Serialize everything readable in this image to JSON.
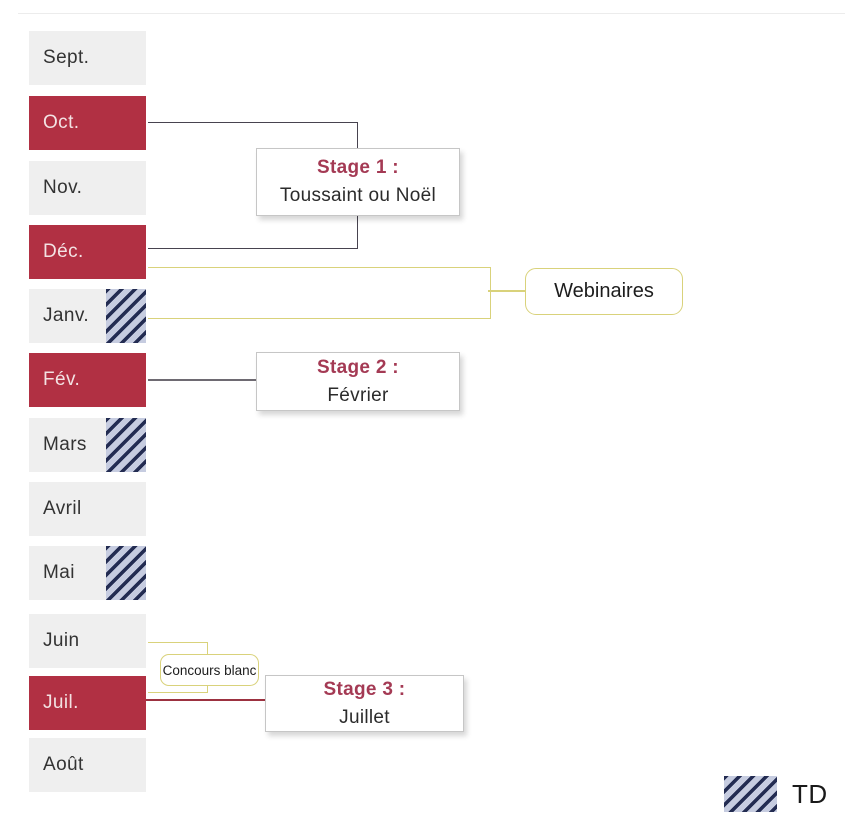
{
  "timeline": {
    "months": [
      {
        "label": "Sept.",
        "variant": "gray",
        "hatch": false
      },
      {
        "label": "Oct.",
        "variant": "red",
        "hatch": false
      },
      {
        "label": "Nov.",
        "variant": "gray",
        "hatch": false
      },
      {
        "label": "Déc.",
        "variant": "red",
        "hatch": false
      },
      {
        "label": "Janv.",
        "variant": "gray",
        "hatch": true
      },
      {
        "label": "Fév.",
        "variant": "red",
        "hatch": false
      },
      {
        "label": "Mars",
        "variant": "gray",
        "hatch": true
      },
      {
        "label": "Avril",
        "variant": "gray",
        "hatch": false
      },
      {
        "label": "Mai",
        "variant": "gray",
        "hatch": true
      },
      {
        "label": "Juin",
        "variant": "gray",
        "hatch": false
      },
      {
        "label": "Juil.",
        "variant": "red",
        "hatch": false
      },
      {
        "label": "Août",
        "variant": "gray",
        "hatch": false
      }
    ]
  },
  "callouts": {
    "stage1": {
      "title": "Stage 1 :",
      "subtitle": "Toussaint ou Noël"
    },
    "stage2": {
      "title": "Stage 2 :",
      "subtitle": "Février"
    },
    "stage3": {
      "title": "Stage 3 :",
      "subtitle": "Juillet"
    },
    "webinaires": {
      "label": "Webinaires"
    },
    "concours": {
      "label": "Concours blanc"
    }
  },
  "legend": {
    "td_label": "TD"
  },
  "colors": {
    "month_red": "#b13043",
    "month_gray": "#efefef",
    "accent_khaki": "#d9d27b",
    "stage_title": "#a43a54",
    "bracket_dark": "#47434f",
    "line_gray": "#6e6a72",
    "stage3_line": "#9c3140",
    "hatch_dark": "#232c52",
    "hatch_light": "#c6cce0"
  }
}
